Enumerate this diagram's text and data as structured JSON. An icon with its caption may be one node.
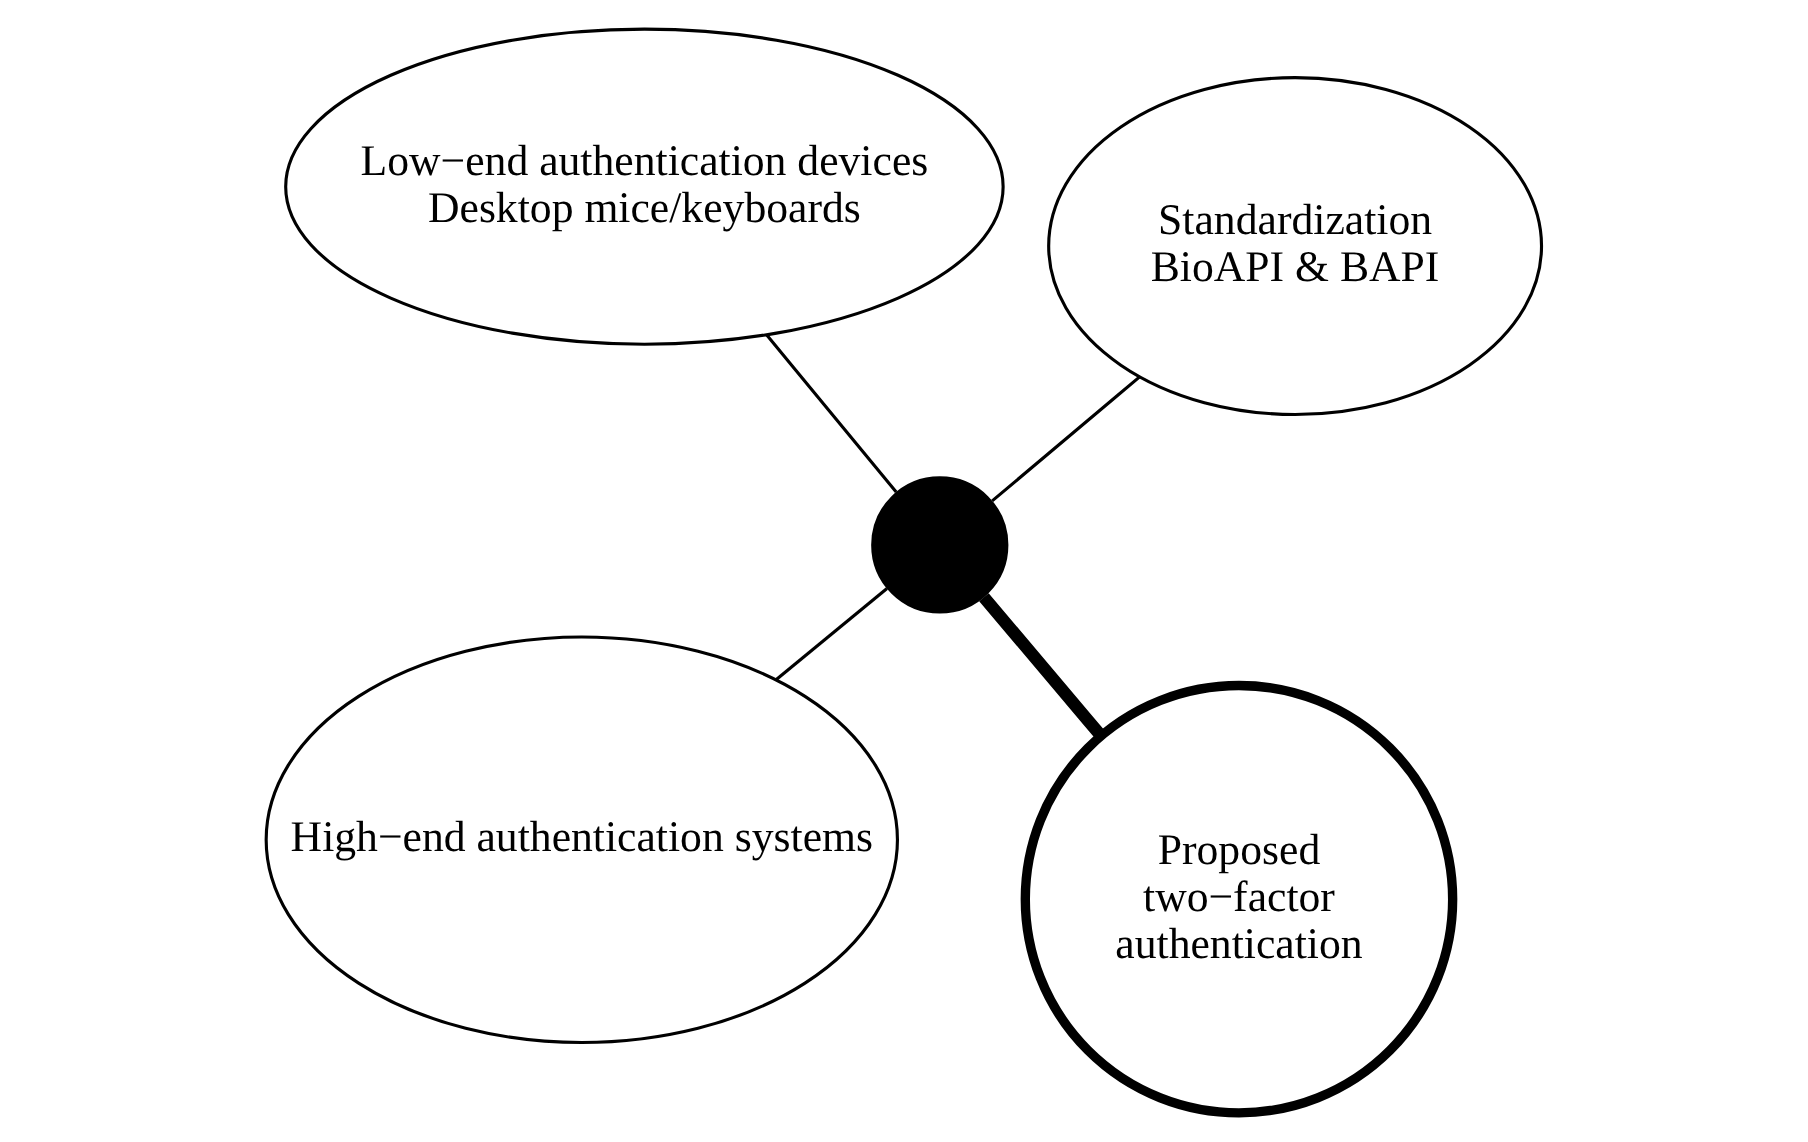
{
  "diagram": {
    "nodes": [
      {
        "text": [
          "High−end authentication systems"
        ]
      },
      {
        "text": [
          "Proposed two−factor authentication"
        ]
      },
      {
        "text": [],
        "shape": "circle"
      },
      {
        "text": [
          "Low−end authentication devices",
          "Desktop mice/keyboards"
        ]
      },
      {
        "text": [
          "Standardization",
          "BioAPI & BAPI"
        ]
      }
    ],
    "edges": [
      {
        "from": 2,
        "to": 0,
        "arrow": "none"
      },
      {
        "from": 2,
        "to": 1,
        "arrow": "none",
        "style": "thick"
      },
      {
        "from": 2,
        "to": 3,
        "arrow": "none"
      },
      {
        "from": 2,
        "to": 4,
        "arrow": "none"
      }
    ]
  }
}
